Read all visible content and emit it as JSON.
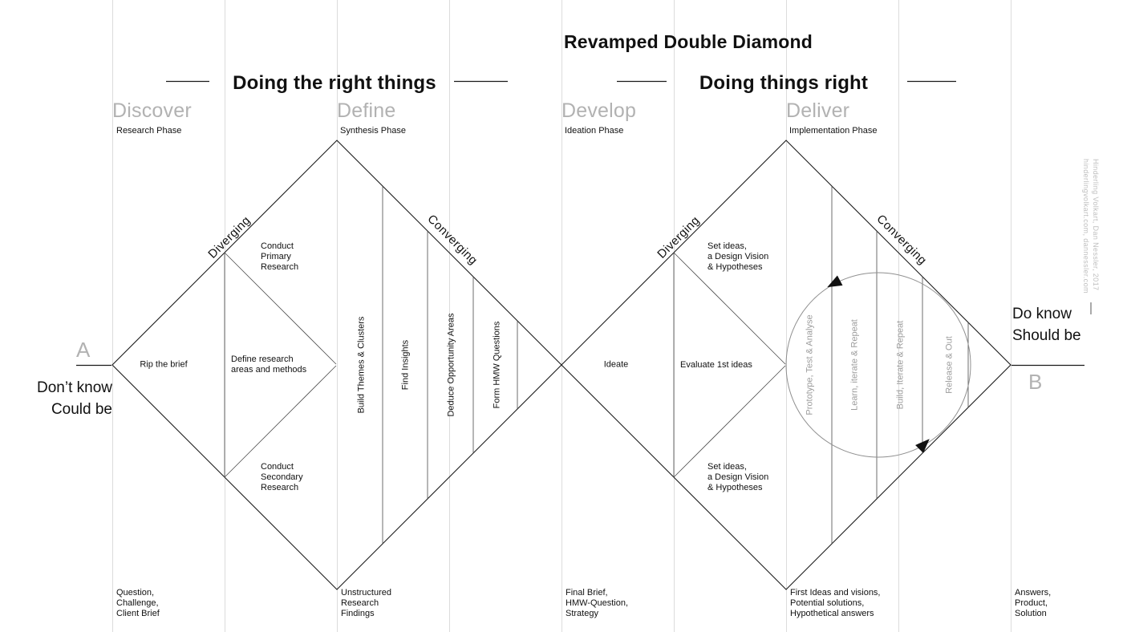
{
  "title": "Revamped Double Diamond",
  "section_headers": {
    "left": "Doing the right things",
    "right": "Doing things right"
  },
  "phases": [
    {
      "name": "Discover",
      "subtitle": "Research Phase"
    },
    {
      "name": "Define",
      "subtitle": "Synthesis Phase"
    },
    {
      "name": "Develop",
      "subtitle": "Ideation Phase"
    },
    {
      "name": "Deliver",
      "subtitle": "Implementation Phase"
    }
  ],
  "endpoints": {
    "a_letter": "A",
    "a_state": "Don’t know\nCould be",
    "b_letter": "B",
    "b_state": "Do know\nShould be"
  },
  "diamond1": {
    "diverging": "Diverging",
    "converging": "Converging",
    "rip_brief": "Rip the brief",
    "primary_research": "Conduct\nPrimary\nResearch",
    "define_research": "Define research\nareas and methods",
    "secondary_research": "Conduct\nSecondary\nResearch",
    "converge_steps": [
      "Build Themes & Clusters",
      "Find Insights",
      "Deduce Opportunity Areas",
      "Form HMW Questions"
    ]
  },
  "diamond2": {
    "diverging": "Diverging",
    "converging": "Converging",
    "ideate": "Ideate",
    "set_ideas_top": "Set ideas,\na Design Vision\n& Hypotheses",
    "evaluate": "Evaluate 1st ideas",
    "set_ideas_bottom": "Set ideas,\na Design Vision\n& Hypotheses",
    "loop_steps": [
      "Prototype, Test & Analyse",
      "Learn, iterate & Repeat",
      "Build, Iterate & Repeat",
      "Release & Out"
    ]
  },
  "milestones": [
    "Question,\nChallenge,\nClient Brief",
    "Unstructured\nResearch\nFindings",
    "Final Brief,\nHMW-Question,\nStrategy",
    "First Ideas and visions,\nPotential solutions,\nHypothetical answers",
    "Answers,\nProduct,\nSolution"
  ],
  "attribution": "Hinderling Volkart, Dan Nessler, 2017\nhinderlingvolkart.com, dannessler.com",
  "colors": {
    "ink": "#111111",
    "muted_gray": "#b2b2b2",
    "loop_gray": "#9c9c9c",
    "grid_gray": "#dcdcdc"
  }
}
